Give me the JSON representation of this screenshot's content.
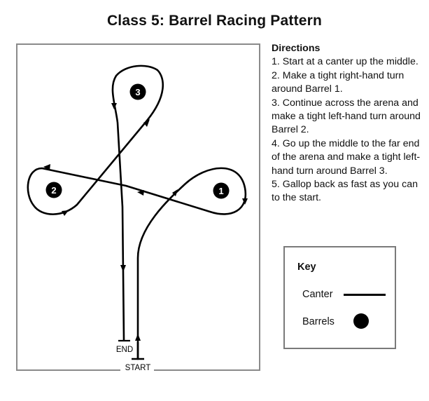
{
  "title": "Class 5: Barrel Racing Pattern",
  "arena": {
    "barrels": [
      {
        "label": "1"
      },
      {
        "label": "2"
      },
      {
        "label": "3"
      }
    ],
    "start_label": "START",
    "end_label": "END"
  },
  "directions": {
    "heading": "Directions",
    "steps": [
      "1.  Start at a canter up the middle.",
      "2.  Make a tight right-hand turn around Barrel 1.",
      "3.  Continue across the arena and make a tight left-hand turn around Barrel 2.",
      "4.  Go up the middle to the far end of the arena and make a tight left-hand turn around Barrel 3.",
      "5.  Gallop back as fast as you can to the start."
    ]
  },
  "key": {
    "title": "Key",
    "canter_label": "Canter",
    "barrels_label": "Barrels"
  }
}
